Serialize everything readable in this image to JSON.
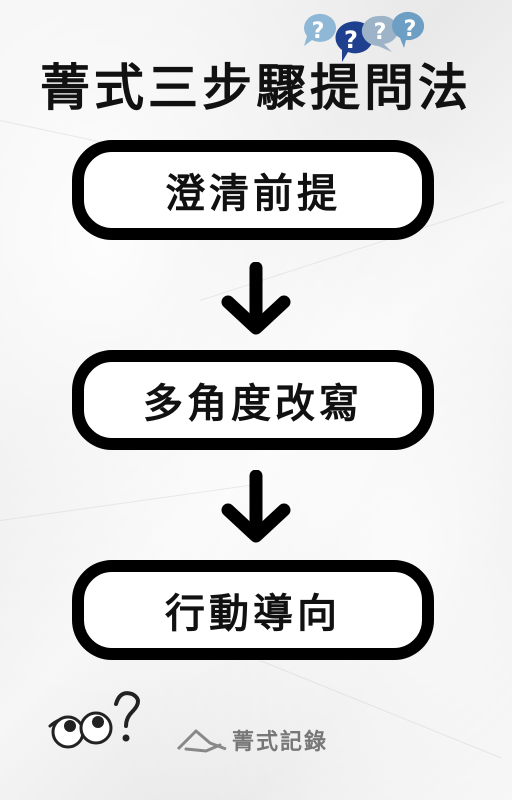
{
  "title": "菁式三步驟提問法",
  "steps": [
    {
      "label": "澄清前提"
    },
    {
      "label": "多角度改寫"
    },
    {
      "label": "行動導向"
    }
  ],
  "decor": {
    "bubble_marks": [
      "?",
      "?",
      "?",
      "?"
    ]
  },
  "brand": {
    "name": "菁式記錄"
  },
  "colors": {
    "text": "#111111",
    "border": "#000000",
    "bubble_light": "#8fb8d6",
    "bubble_dark": "#1f3f8f",
    "brand": "#777777"
  }
}
